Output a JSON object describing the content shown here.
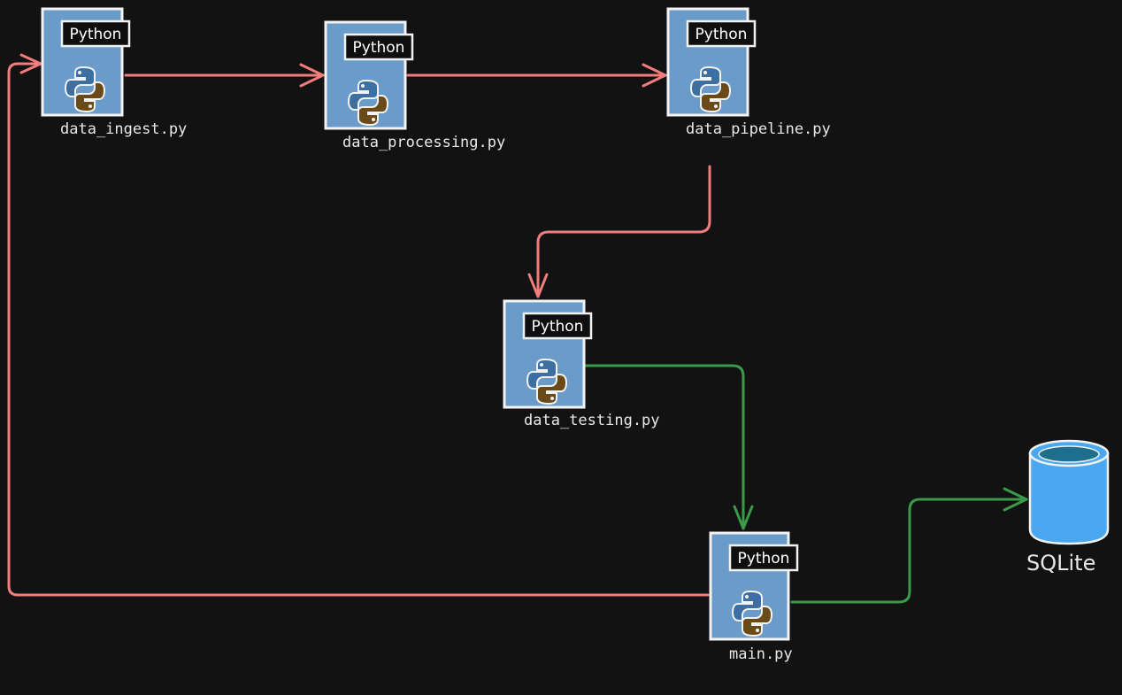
{
  "colors": {
    "background": "#121212",
    "file_fill": "#6a9bc9",
    "file_stroke": "#f2f2f2",
    "tag_fill": "#0f0f0f",
    "python_blue": "#3d6fa3",
    "python_yellow": "#6b4a1a",
    "arrow_red": "#f07c7c",
    "arrow_green": "#3b9a4a",
    "db_body": "#4aa8f0",
    "db_top": "#1e6f8e"
  },
  "nodes": [
    {
      "id": "ingest",
      "tag": "Python",
      "icon": "python-logo-icon",
      "filename": "data_ingest.py"
    },
    {
      "id": "processing",
      "tag": "Python",
      "icon": "python-logo-icon",
      "filename": "data_processing.py"
    },
    {
      "id": "pipeline",
      "tag": "Python",
      "icon": "python-logo-icon",
      "filename": "data_pipeline.py"
    },
    {
      "id": "testing",
      "tag": "Python",
      "icon": "python-logo-icon",
      "filename": "data_testing.py"
    },
    {
      "id": "main",
      "tag": "Python",
      "icon": "python-logo-icon",
      "filename": "main.py"
    }
  ],
  "database": {
    "id": "sqlite",
    "icon": "database-cylinder-icon",
    "label": "SQLite"
  },
  "edges": [
    {
      "from": "ingest",
      "to": "processing",
      "color": "arrow_red"
    },
    {
      "from": "processing",
      "to": "pipeline",
      "color": "arrow_red"
    },
    {
      "from": "pipeline",
      "to": "testing",
      "color": "arrow_red"
    },
    {
      "from": "testing",
      "to": "main",
      "color": "arrow_green"
    },
    {
      "from": "main",
      "to": "sqlite",
      "color": "arrow_green"
    },
    {
      "from": "main",
      "to": "ingest",
      "color": "arrow_red"
    }
  ]
}
